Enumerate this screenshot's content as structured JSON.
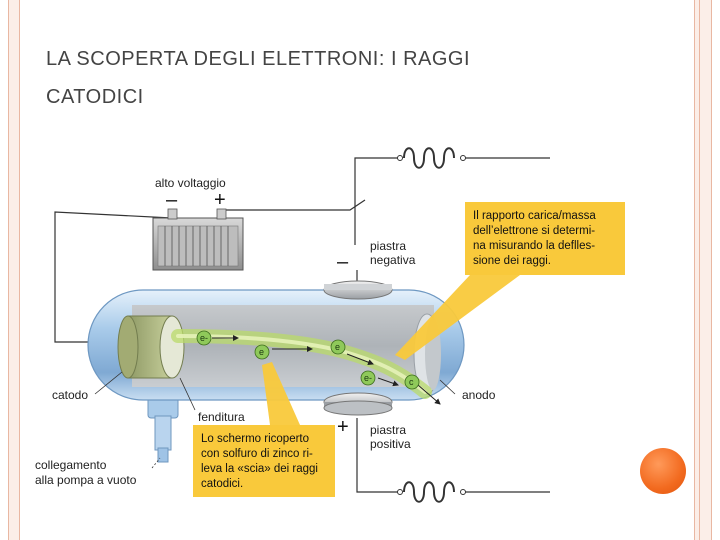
{
  "title": {
    "line1": "La scoperta degli elettroni: i raggi",
    "line2": "catodici"
  },
  "diagram": {
    "labels": {
      "high_voltage": "alto voltaggio",
      "minus_sign": "–",
      "plus_sign": "+",
      "negative_plate_sign": "–",
      "negative_plate_line1": "piastra",
      "negative_plate_line2": "negativa",
      "positive_plate_sign": "+",
      "positive_plate_line1": "piastra",
      "positive_plate_line2": "positiva",
      "cathode": "catodo",
      "anode": "anodo",
      "slit": "fenditura",
      "pump_line1": "collegamento",
      "pump_line2": "alla pompa a vuoto"
    },
    "note_top": {
      "line1": "Il rapporto carica/massa",
      "line2": "dell’elettrone si determi-",
      "line3": "na misurando la deflles-",
      "line4": "sione dei raggi."
    },
    "note_bottom": {
      "line1": "Lo schermo ricoperto",
      "line2": "con solfuro di zinco ri-",
      "line3": "leva la «scia» dei raggi",
      "line4": "catodici."
    },
    "electrons": {
      "e1": "e-",
      "e2": "e",
      "e3": "e",
      "e4": "e-",
      "e5": "c"
    }
  },
  "colors": {
    "accent_orange": "#f26a1f",
    "note_yellow": "#f9c93b",
    "tube_blue": "#9fc3e6",
    "beam_green": "#b9db6a"
  }
}
